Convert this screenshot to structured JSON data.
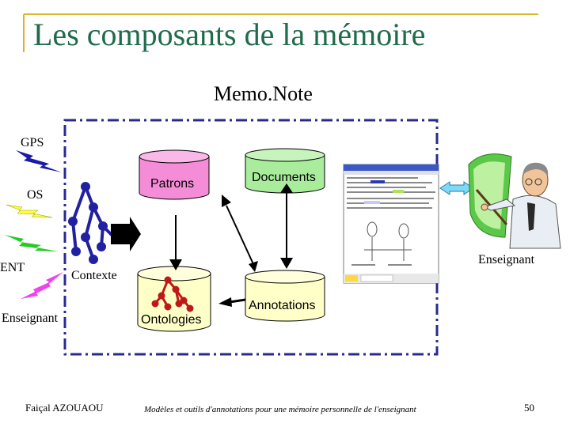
{
  "slide": {
    "title": "Les composants de la mémoire",
    "subtitle": "Memo.Note"
  },
  "sources": {
    "gps": "GPS",
    "os": "OS",
    "ent": "ENT",
    "enseignant": "Enseignant"
  },
  "contexte_label": "Contexte",
  "components": {
    "patrons": "Patrons",
    "documents": "Documents",
    "ontologies": "Ontologies",
    "annotations": "Annotations"
  },
  "user_label": "Enseignant",
  "footer": {
    "author": "Faiçal AZOUAOU",
    "caption": "Modèles et outils d'annotations pour une mémoire personnelle de l'enseignant",
    "page": "50"
  },
  "colors": {
    "title": "#1f6b4a",
    "frame": "#2a2a8c",
    "patrons_fill": "#f48cd8",
    "documents_fill": "#a8ec9c",
    "ontologies_fill": "#ffffc8",
    "annotations_fill": "#ffffc8",
    "gps_bolt": "#1a1aa8",
    "os_bolt": "#ffff33",
    "ent_bolt": "#22cc22",
    "enseignant_bolt": "#ee44ee"
  }
}
